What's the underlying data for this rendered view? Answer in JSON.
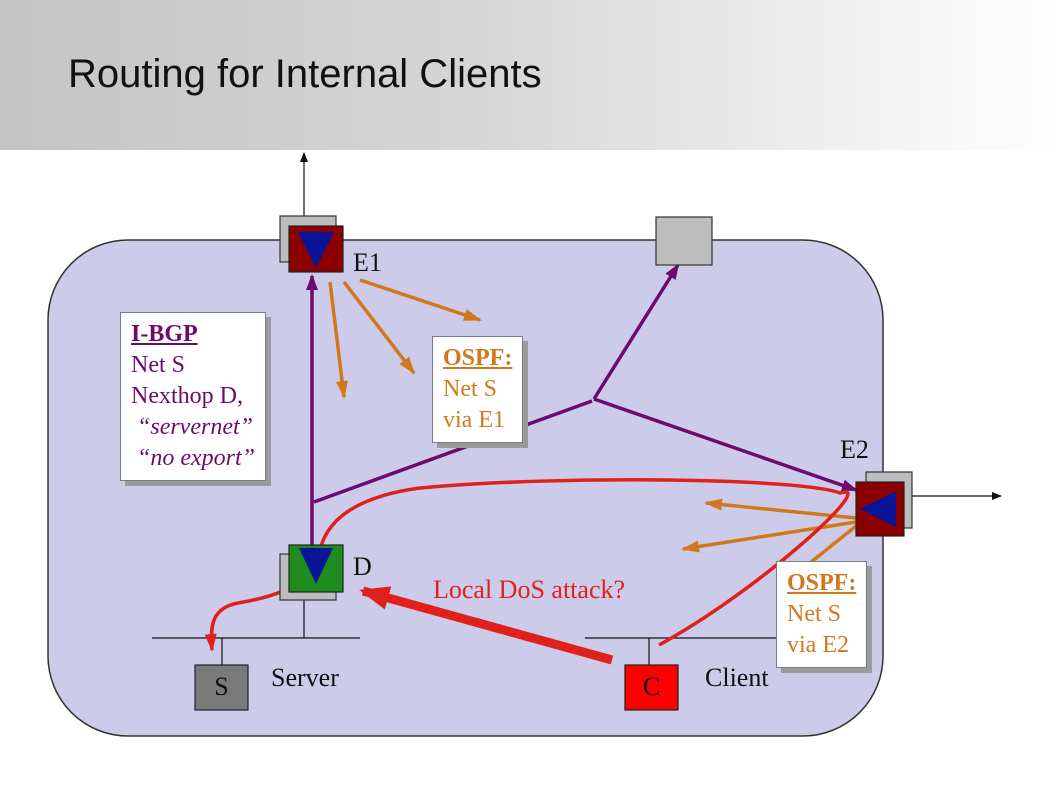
{
  "title": "Routing for Internal Clients",
  "routers": {
    "e1": "E1",
    "e2": "E2",
    "d": "D"
  },
  "hosts": {
    "s_letter": "S",
    "c_letter": "C",
    "server_label": "Server",
    "client_label": "Client"
  },
  "ibgp_box": {
    "heading": "I-BGP",
    "line1": "Net S",
    "line2": "Nexthop D,",
    "line3": "“servernet”",
    "line4": "“no export”"
  },
  "ospf_e1_box": {
    "heading": "OSPF:",
    "line1": "Net S",
    "line2": "via E1"
  },
  "ospf_e2_box": {
    "heading": "OSPF:",
    "line1": "Net S",
    "line2": "via E2"
  },
  "attack_label": "Local DoS attack?",
  "colors": {
    "ibgp": "#6e0a6e",
    "ospf": "#d2781c",
    "attack": "#e0201a",
    "domain_fill": "#ccccea",
    "router_border": "#8b0000",
    "router_d": "#1e8c1e",
    "arrow_blue": "#0a1496"
  }
}
